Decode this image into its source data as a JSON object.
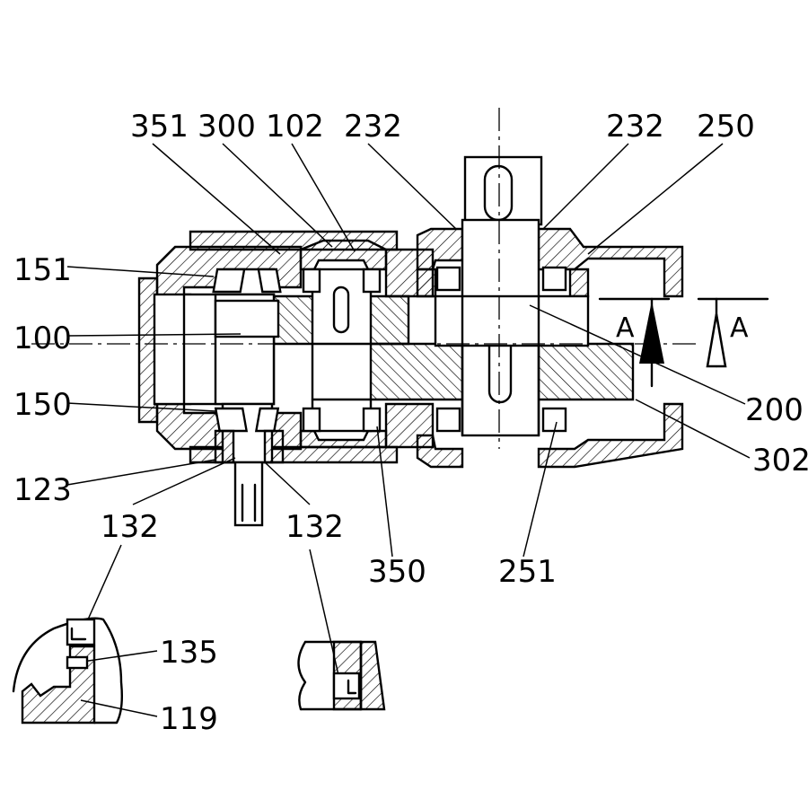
{
  "labels": {
    "l351": "351",
    "l300": "300",
    "l102": "102",
    "l232a": "232",
    "l232b": "232",
    "l250": "250",
    "l151": "151",
    "l100": "100",
    "l150": "150",
    "l200": "200",
    "l302": "302",
    "l123": "123",
    "l132a": "132",
    "l132b": "132",
    "l350": "350",
    "l251": "251",
    "l135": "135",
    "l119": "119"
  },
  "section": {
    "left": "A",
    "right": "A"
  }
}
